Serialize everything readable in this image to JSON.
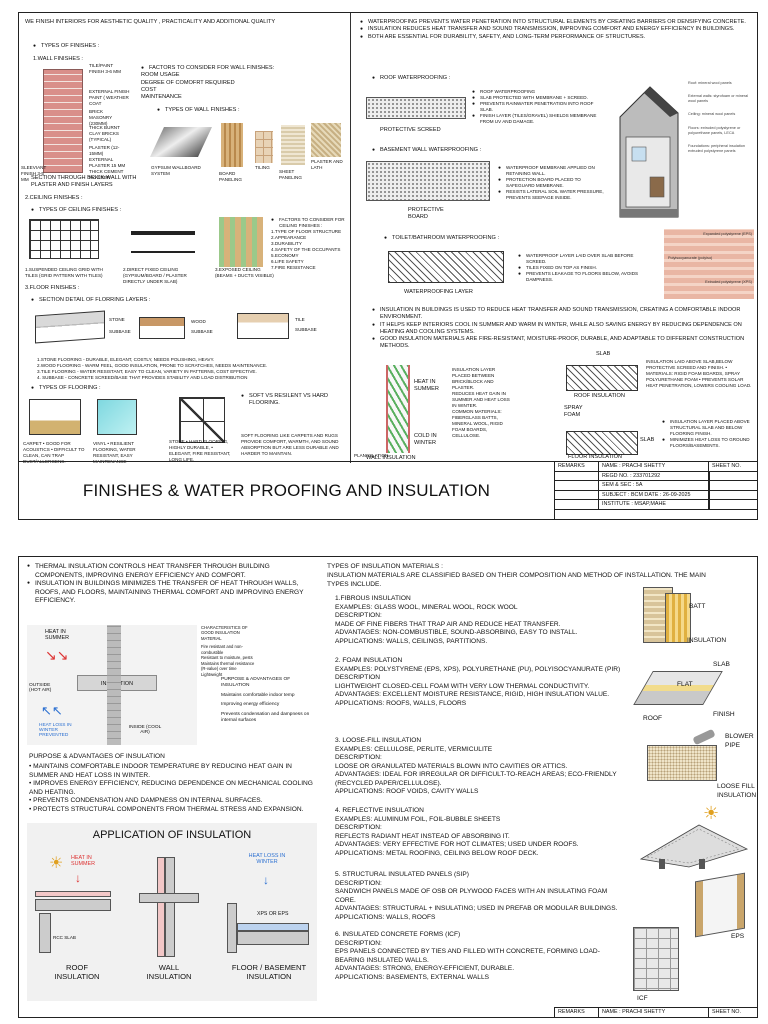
{
  "sheet1": {
    "left": {
      "intro": "WE FINISH INTERIORS FOR AESTHETIC QUALITY , PRACTICALITY AND ADDITIONAL QUALITY",
      "types_heading": "TYPES OF FINISHES :",
      "wall_heading": "1.WALL FINISHES :",
      "wall_labels": {
        "tile": "TILE/PAINT FINISH 3-6 MM",
        "external": "EXTERNAL FINISH PAINT ( WEATHER COAT",
        "brick": "BRICK MASONRY (230MM)",
        "thick": "THICK BURNT CLAY BRICKS (TYPICAL)",
        "plaster": "PLASTER (12-15MM)",
        "external_plaster": "EXTERNAL PLASTER 15 MM THICK CEMENT PLASTER",
        "bottom_left": "SLEEVIANT FINISH 3-5 MM"
      },
      "wall_caption": "SECTION THROUGH BRICK WALL WITH PLASTER AND FINISH LAYERS",
      "factors_wall": [
        "FACTORS TO CONSIDER FOR WALL FINISHES:",
        "ROOM USAGE",
        "DEGREE OF COMOFRT REQUIRED",
        "COST",
        "MAINTENANCE"
      ],
      "types_wall_heading": "TYPES OF WALL FINISHES :",
      "wall_types": [
        "GYPSUM WALLBOARD SYSTEM",
        "BOARD PANELING",
        "TILING",
        "SHEET PANELING",
        "PLASTER AND LATH"
      ],
      "ceiling_heading": "2.CEILING FINISHES :",
      "ceiling_types_heading": "TYPES OF CEILING FINISHES :",
      "ceiling_types": [
        "1.SUSPENDED CEILING GRID WITH TILES (GRID PATTERN WITH TILES)",
        "2.DIRECT FIXED CEILING (GYPSUM/BOARD / PLASTER DIRECTLY UNDER SLAB)",
        "3.EXPOSED CEILING (BEAMS + DUCTS VISIBLE)"
      ],
      "ceiling_factors": [
        "FACTORS TO CONSIDER FOR CEILING FINISHES :",
        "1.TYPE OF FLOOR STRUCTURE",
        "2.APPEARANCE",
        "3.DURABILITY",
        "4.SAFETY OF THE OCCUPANTS",
        "5.ECONOMY",
        "6.LIFE SAFETY",
        "7.FIRE RESISTANCE"
      ],
      "floor_heading": "3.FLOOR FINISHES :",
      "floor_section_heading": "SECTION DETAIL OF FLORRING LAYERS :",
      "floor_labels": [
        "STONE",
        "SUBBASE",
        "WOOD",
        "SUBBASE",
        "TILE",
        "SUBBASE"
      ],
      "floor_notes": [
        "1.STONE FLOORING - DURABLE, ELEGANT, COSTLY, NEEDS POLISHING, HEAVY.",
        "2.WOOD FLOORING - WARM FEEL, GOOD INSULATION, PRONE TO SCRATCHES, NEEDS MAINTENANCE.",
        "3.TILE FLOORING - WATER RESISTANT, EASY TO CLEAN, VARIETY IN PATTERNS, COST EFFECTIVE.",
        "4. SUBBASE - CONCRETE SCREED/BASE THAT PROVIDES STABILITY AND LOAD DISTRIBUTION"
      ],
      "flooring_types_heading": "TYPES OF FLOORING :",
      "flooring_types": [
        "CARPET • GOOD FOR ACOUSTICS • DIFFICULT TO CLEAN, CAN TRAP DUST/ALLERGENS.",
        "VINYL • RESILIENT FLOORING, WATER RESISTANT, EASY MAINTENANCE",
        "STONE • HARD FLOORING, HIGHLY DURABLE, • ELEGANT, FIRE RESISTANT, LONG LIFE."
      ],
      "soft_vs_hard_heading": "SOFT VS RESILENT VS HARD FLOORING.",
      "soft_vs_hard_text": "SOFT FLOORING LIKE CARPETS AND RUGS PROVIDE COMFORT, WARMTH, AND SOUND ABSORPTION BUT ARE LESS DURABLE AND HARDER TO MAINTAIN."
    },
    "right": {
      "intro": [
        "WATERPROOFING PREVENTS WATER PENETRATION INTO STRUCTURAL ELEMENTS BY CREATING BARRIERS OR DENSIFYING CONCRETE.",
        "INSULATION REDUCES HEAT TRANSFER AND SOUND TRANSMISSION, IMPROVING COMFORT AND ENERGY EFFICIENCY IN BUILDINGS.",
        "BOTH ARE ESSENTIAL FOR DURABILITY, SAFETY, AND LONG-TERM PERFORMANCE OF STRUCTURES."
      ],
      "roof_heading": "ROOF WATERPROOFING :",
      "roof_points": [
        "ROOF WATERPROOFING",
        "SLAB PROTECTED WITH MEMBRANE + SCREED.",
        "PREVENTS RAINWATER PENETRATION INTO ROOF SLAB.",
        "FINISH LAYER (TILES/GRAVEL) SHIELDS MEMBRANE FROM UV AND DAMAGE."
      ],
      "roof_caption": "PROTECTIVE SCREED",
      "house_labels": [
        "Roof: mineral wool panels",
        "External walls: styrofoam or mineral wool panels",
        "Ceiling: mineral wool panels",
        "Floors: extruded polystyrene or polyurethane panels, LECA",
        "Foundations: peripheral insulation extruded polystyrene panels"
      ],
      "basement_heading": "BASEMENT WALL WATERPROOFING :",
      "basement_points": [
        "WATERPROOF MEMBRANE APPLIED ON RETAINING WALL.",
        "PROTECTION BOARD PLACED TO SAFEGUARD MEMBRANE.",
        "RESISTS LATERAL SOIL WATER PRESSURE, PREVENTS SEEPAGE INSIDE."
      ],
      "basement_caption": "PROTECTIVE BOARD",
      "toilet_heading": "TOILET/BATHROOM WATERPROOFING :",
      "toilet_points": [
        "WATERPROOF LAYER LAID OVER SLAB BEFORE SCREED.",
        "TILES FIXED ON TOP AS FINISH.",
        "PREVENTS LEAKAGE TO FLOORS BELOW, AVOIDS DAMPNESS."
      ],
      "toilet_caption": "WATERPROOFING LAYER",
      "foam_labels": [
        "Expanded polystyrene (EPS)",
        "Polyisocyanurate (polyiso)",
        "Extruded polystyrene (XPS)"
      ],
      "insulation_points": [
        "INSULATION IN BUILDINGS IS USED TO REDUCE HEAT TRANSFER AND SOUND TRANSMISSION, CREATING A COMFORTABLE INDOOR ENVIRONMENT.",
        "IT HELPS KEEP INTERIORS COOL IN SUMMER AND WARM IN WINTER, WHILE ALSO SAVING ENERGY BY REDUCING DEPENDENCE ON HEATING AND COOLING SYSTEMS.",
        "GOOD INSULATION MATERIALS ARE FIRE-RESISTANT, MOISTURE-PROOF, DURABLE, AND ADAPTABLE TO DIFFERENT CONSTRUCTION METHODS."
      ],
      "heat_summer": "HEAT IN SUMMER",
      "cold_winter": "COLD IN WINTER",
      "wall_insulation_caption": "WALL INSULATION",
      "plaster_label": "PLANSSLATION",
      "wall_ins_points": [
        "INSULATION LAYER PLACED BETWEEN BRICK/BLOCK AND PLASTER.",
        "REDUCES HEAT GAIN IN SUMMER AND HEAT LOSS IN WINTER.",
        "COMMON MATERIALS: FIBERGLASS BATTS, MINERAL WOOL, RIGID FOAM BOARDS, CELLULOSE."
      ],
      "slab_label": "SLAB",
      "roof_ins_label": "ROOF INSULATION",
      "spray_foam": "SPRAY FOAM",
      "roof_ins_text": "INSULATION LAID ABOVE SLAB,BELOW PROTECTIVE SCREED AND FINISH. • MATERIALS: RIGID FOAM BOARDS, SPRAY POLYURETHANE FOAM • PREVENTS SOLAR HEAT PENETRATION, LOWERS COOLING LOAD.",
      "slab_label2": "SLAB",
      "floor_ins_points": [
        "INSULATION LAYER PLACED ABOVE STRUCTURAL SLAB AND BELOW FLOORING FINISH.",
        "MINIMIZES HEAT LOSS TO GROUND FLOORS/BASEMENTS."
      ],
      "floor_ins_caption": "FLOOR INSULATION"
    },
    "title": "FINISHES & WATER PROOFING AND INSULATION",
    "titleblock": {
      "remarks": "REMARKS",
      "name": "NAME : PRACHI SHETTY",
      "sheet": "SHEET NO.",
      "regd": "REGD NO. : 233701292",
      "sem": "SEM & SEC : 5A",
      "subject": "SUBJECT : BCM   DATE : 26-09-2025",
      "institute": "INSTITUTE : MSAP,MAHE"
    }
  },
  "sheet2": {
    "left": {
      "intro": [
        "THERMAL INSULATION CONTROLS HEAT TRANSFER THROUGH BUILDING COMPONENTS, IMPROVING ENERGY EFFICIENCY AND COMFORT.",
        "INSULATION IN BUILDINGS MINIMIZES THE TRANSFER OF HEAT THROUGH WALLS, ROOFS, AND FLOORS, MAINTAINING THERMAL COMFORT AND IMPROVING ENERGY EFFICIENCY."
      ],
      "diagram": {
        "heat_summer": "HEAT IN SUMMER",
        "insulation": "INSULATION",
        "outside": "OUTSIDE (HOT AIR)",
        "inside": "INSIDE (COOL AIR)",
        "heat_loss": "HEAT LOSS IN WINTER PREVENTED"
      },
      "chars_heading": "CHARACTERISTICS OF GOOD INSULATION MATERIAL",
      "chars": [
        "Fire resistant and non-combustible",
        "Resistant to moisture, pests",
        "Maintains thermal resistance (R-value) over time",
        "Lightweight"
      ],
      "purpose_box_heading": "PURPOSE & ADVANTAGES OF INSULATION",
      "purpose_box": [
        "Maintains comfortable indoor temp",
        "Improving energy efficiency",
        "Prevents condensation and dampness on internal surfaces"
      ],
      "purpose_heading": "PURPOSE & ADVANTAGES OF INSULATION",
      "purpose_points": [
        "• MAINTAINS COMFORTABLE INDOOR TEMPERATURE BY REDUCING HEAT GAIN IN SUMMER AND HEAT LOSS IN WINTER.",
        "• IMPROVES ENERGY EFFICIENCY, REDUCING DEPENDENCE ON MECHANICAL COOLING AND HEATING.",
        "• PREVENTS CONDENSATION AND DAMPNESS ON INTERNAL SURFACES.",
        "• PROTECTS STRUCTURAL COMPONENTS FROM THERMAL STRESS AND EXPANSION."
      ],
      "app_heading": "APPLICATION OF INSULATION",
      "app_labels": {
        "heat_summer": "HEAT IN SUMMER",
        "heat_loss": "HEAT LOSS IN WINTER",
        "xps": "XPS or EPS",
        "rcc": "RCC SLAB",
        "roof": "ROOF INSULATION",
        "wall": "WALL INSULATION",
        "floor": "FLOOR / BASEMENT INSULATION"
      }
    },
    "right": {
      "heading": "TYPES OF INSULATION MATERIALS :",
      "intro": "INSULATION MATERIALS ARE CLASSIFIED BASED ON THEIR COMPOSITION AND METHOD OF INSTALLATION. THE MAIN TYPES INCLUDE.",
      "types": [
        {
          "title": "1.FIBROUS INSULATION",
          "lines": [
            "EXAMPLES: GLASS WOOL, MINERAL WOOL, ROCK WOOL",
            "DESCRIPTION:",
            "MADE OF FINE FIBERS THAT TRAP AIR AND REDUCE HEAT TRANSFER.",
            "ADVANTAGES: NON-COMBUSTIBLE, SOUND-ABSORBING, EASY TO INSTALL.",
            "APPLICATIONS: WALLS, CEILINGS, PARTITIONS."
          ]
        },
        {
          "title": "2. FOAM INSULATION",
          "lines": [
            "EXAMPLES: POLYSTYRENE (EPS, XPS), POLYURETHANE (PU), POLYISOCYANURATE (PIR)",
            "DESCRIPTION",
            "LIGHTWEIGHT CLOSED-CELL FOAM WITH VERY LOW THERMAL CONDUCTIVITY.",
            "ADVANTAGES: EXCELLENT MOISTURE RESISTANCE, RIGID, HIGH INSULATION VALUE.",
            "APPLICATIONS: ROOFS, WALLS, FLOORS"
          ]
        },
        {
          "title": "3. LOOSE-FILL INSULATION",
          "lines": [
            "EXAMPLES: CELLULOSE, PERLITE, VERMICULITE",
            "DESCRIPTION:",
            "LOOSE OR GRANULATED MATERIALS BLOWN INTO CAVITIES OR ATTICS.",
            "ADVANTAGES: IDEAL FOR IRREGULAR OR DIFFICULT-TO-REACH AREAS; ECO-FRIENDLY (RECYCLED PAPER/CELLULOSE).",
            "APPLICATIONS: ROOF VOIDS, CAVITY WALLS"
          ]
        },
        {
          "title": "4. REFLECTIVE INSULATION",
          "lines": [
            "EXAMPLES: ALUMINUM FOIL, FOIL-BUBBLE SHEETS",
            "DESCRIPTION:",
            "REFLECTS RADIANT HEAT INSTEAD OF ABSORBING IT.",
            "ADVANTAGES: VERY EFFECTIVE FOR HOT CLIMATES; USED UNDER ROOFS.",
            "APPLICATIONS: METAL ROOFING, CEILING BELOW ROOF DECK."
          ]
        },
        {
          "title": "5. STRUCTURAL INSULATED PANELS (SIP)",
          "lines": [
            "DESCRIPTION:",
            "SANDWICH PANELS MADE OF OSB OR PLYWOOD FACES WITH AN INSULATING FOAM CORE.",
            "ADVANTAGES: STRUCTURAL + INSULATING; USED IN PREFAB OR MODULAR BUILDINGS.",
            "APPLICATIONS: WALLS, ROOFS"
          ]
        },
        {
          "title": "6. INSULATED CONCRETE FORMS (ICF)",
          "lines": [
            "DESCRIPTION:",
            "EPS PANELS CONNECTED BY TIES AND FILLED WITH CONCRETE, FORMING LOAD-BEARING INSULATED WALLS.",
            "ADVANTAGES: STRONG, ENERGY-EFFICIENT, DURABLE.",
            "APPLICATIONS: BASEMENTS, EXTERNAL WALLS"
          ]
        }
      ],
      "img_labels": {
        "batt": "BATT",
        "insulation": "INSULATION",
        "slab": "SLAB",
        "flat": "FLAT",
        "roof": "ROOF",
        "finish": "FINISH",
        "blower": "BLOWER PIPE",
        "loose": "LOOSE FILL INSULATION",
        "eps": "EPS",
        "icf": "ICF"
      }
    },
    "titleblock": {
      "remarks": "REMARKS",
      "name": "NAME : PRACHI SHETTY",
      "sheet": "SHEET NO."
    }
  }
}
